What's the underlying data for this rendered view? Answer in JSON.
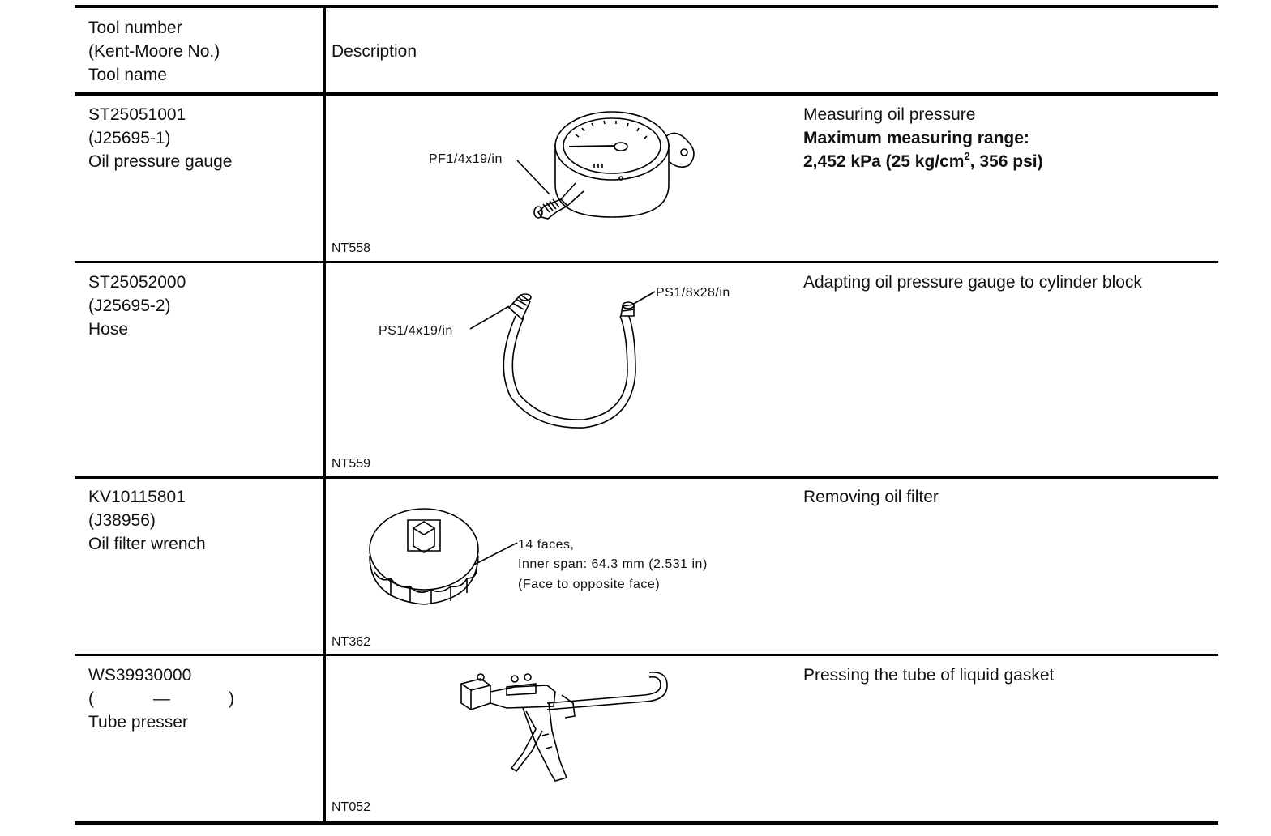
{
  "header": {
    "col1_line1": "Tool number",
    "col1_line2": "(Kent-Moore No.)",
    "col1_line3": "Tool name",
    "col2": "Description"
  },
  "rows": [
    {
      "number": "ST25051001",
      "kent_moore": "(J25695-1)",
      "name": "Oil pressure gauge",
      "figure": "NT558",
      "callouts": [
        "PF1/4x19/in"
      ],
      "description": "Measuring oil pressure",
      "spec_title": "Maximum measuring range:",
      "spec_value_a": "2,452 kPa (25 kg/cm",
      "spec_value_sup": "2",
      "spec_value_b": ", 356 psi)"
    },
    {
      "number": "ST25052000",
      "kent_moore": "(J25695-2)",
      "name": "Hose",
      "figure": "NT559",
      "callouts": [
        "PS1/8x28/in",
        "PS1/4x19/in"
      ],
      "description": "Adapting oil pressure gauge to cylinder block"
    },
    {
      "number": "KV10115801",
      "kent_moore": "(J38956)",
      "name": "Oil filter wrench",
      "figure": "NT362",
      "callouts": [
        "14 faces,",
        "Inner span: 64.3 mm (2.531 in)",
        "(Face to opposite face)"
      ],
      "description": "Removing oil filter"
    },
    {
      "number": "WS39930000",
      "kent_moore_open": "(",
      "kent_moore_dash": "—",
      "kent_moore_close": ")",
      "name": "Tube presser",
      "figure": "NT052",
      "description": "Pressing the tube of liquid gasket"
    }
  ]
}
